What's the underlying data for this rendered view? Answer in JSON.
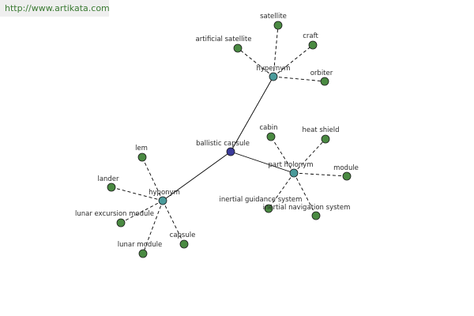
{
  "banner": {
    "url": "http://www.artikata.com"
  },
  "graph": {
    "center": {
      "label": "ballistic capsule",
      "color": "#3a3a9a"
    },
    "hubs": [
      {
        "id": "hypernym",
        "label": "hypernym",
        "color": "#4a9a9a"
      },
      {
        "id": "part_holonym",
        "label": "part holonym",
        "color": "#4a9a9a"
      },
      {
        "id": "hyponym",
        "label": "hyponym",
        "color": "#4a9a9a"
      }
    ],
    "leaf_color": "#4a8a42",
    "leaves": {
      "hypernym": [
        "satellite",
        "artificial satellite",
        "craft",
        "orbiter"
      ],
      "part_holonym": [
        "cabin",
        "heat shield",
        "module",
        "inertial guidance system",
        "inertial navigation system"
      ],
      "hyponym": [
        "lem",
        "lander",
        "lunar excursion module",
        "lunar module",
        "capsule"
      ]
    }
  }
}
